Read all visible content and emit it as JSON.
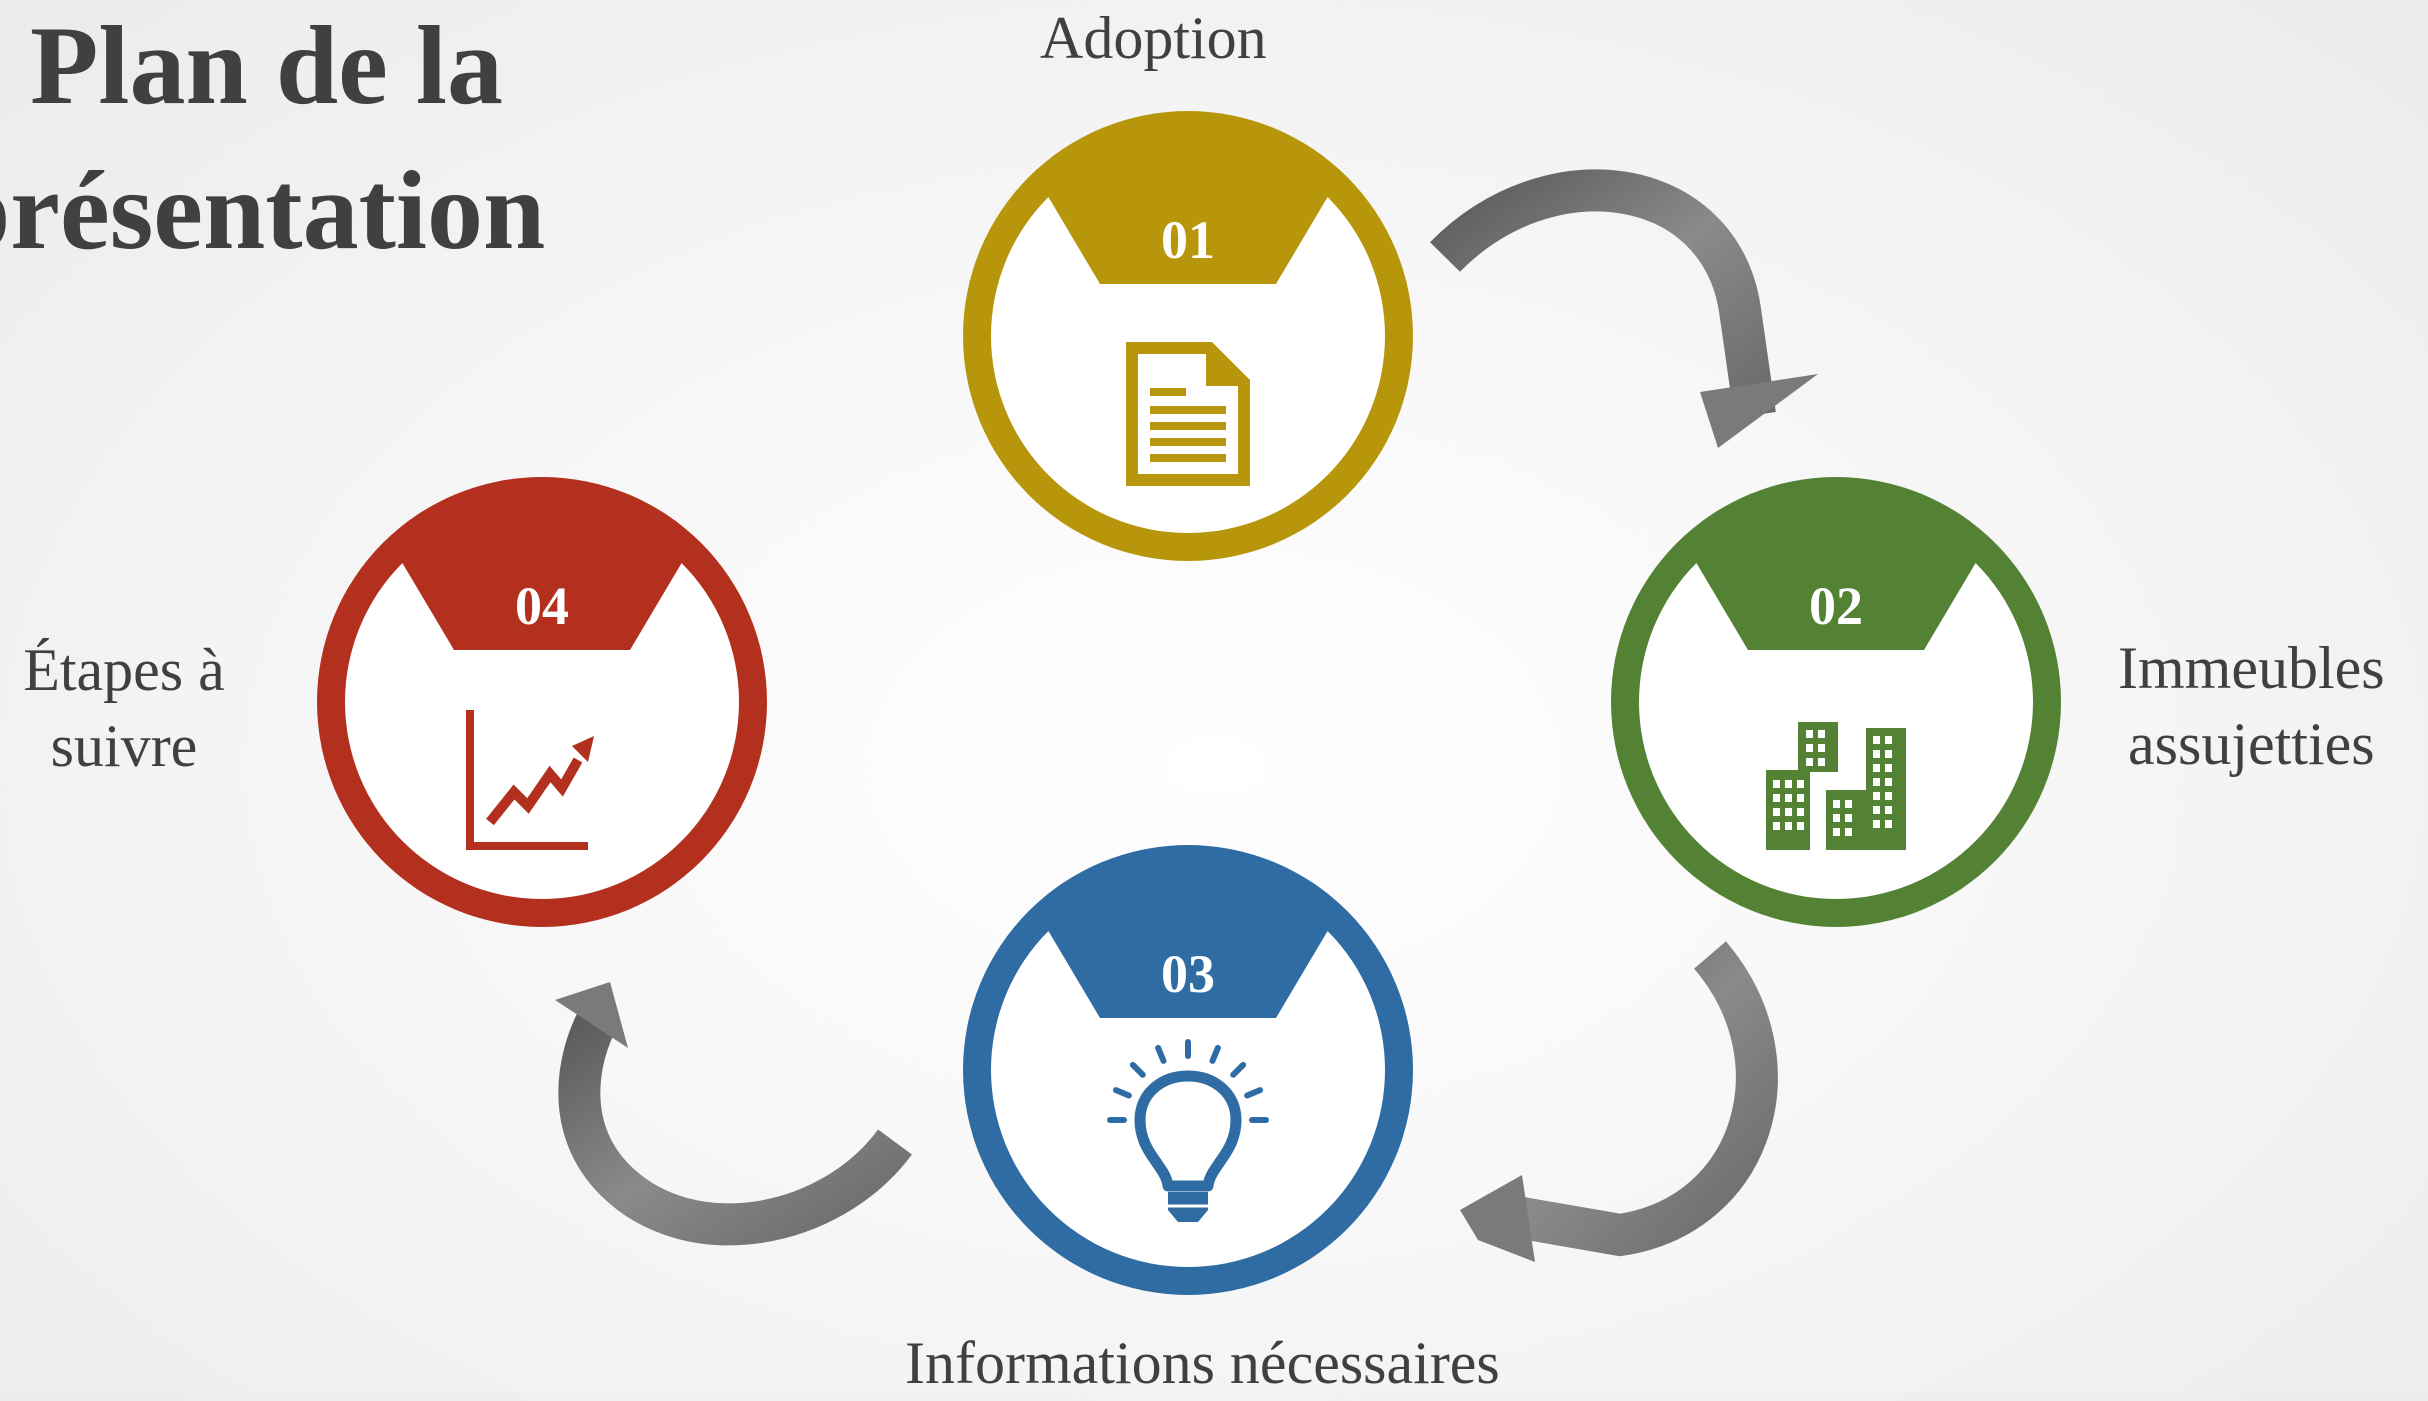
{
  "title": {
    "line1": "Plan de la",
    "line2": "présentation"
  },
  "steps": [
    {
      "number": "01",
      "label_lines": [
        "Adoption"
      ],
      "icon": "document-icon",
      "color": "#b8960c"
    },
    {
      "number": "02",
      "label_lines": [
        "Immeubles",
        "assujetties"
      ],
      "icon": "buildings-icon",
      "color": "#548235"
    },
    {
      "number": "03",
      "label_lines": [
        "Informations nécessaires"
      ],
      "icon": "lightbulb-icon",
      "color": "#2e6ca3"
    },
    {
      "number": "04",
      "label_lines": [
        "Étapes à",
        "suivre"
      ],
      "icon": "growth-chart-icon",
      "color": "#b3301e"
    }
  ],
  "arrow_color": "#7a7a7a"
}
